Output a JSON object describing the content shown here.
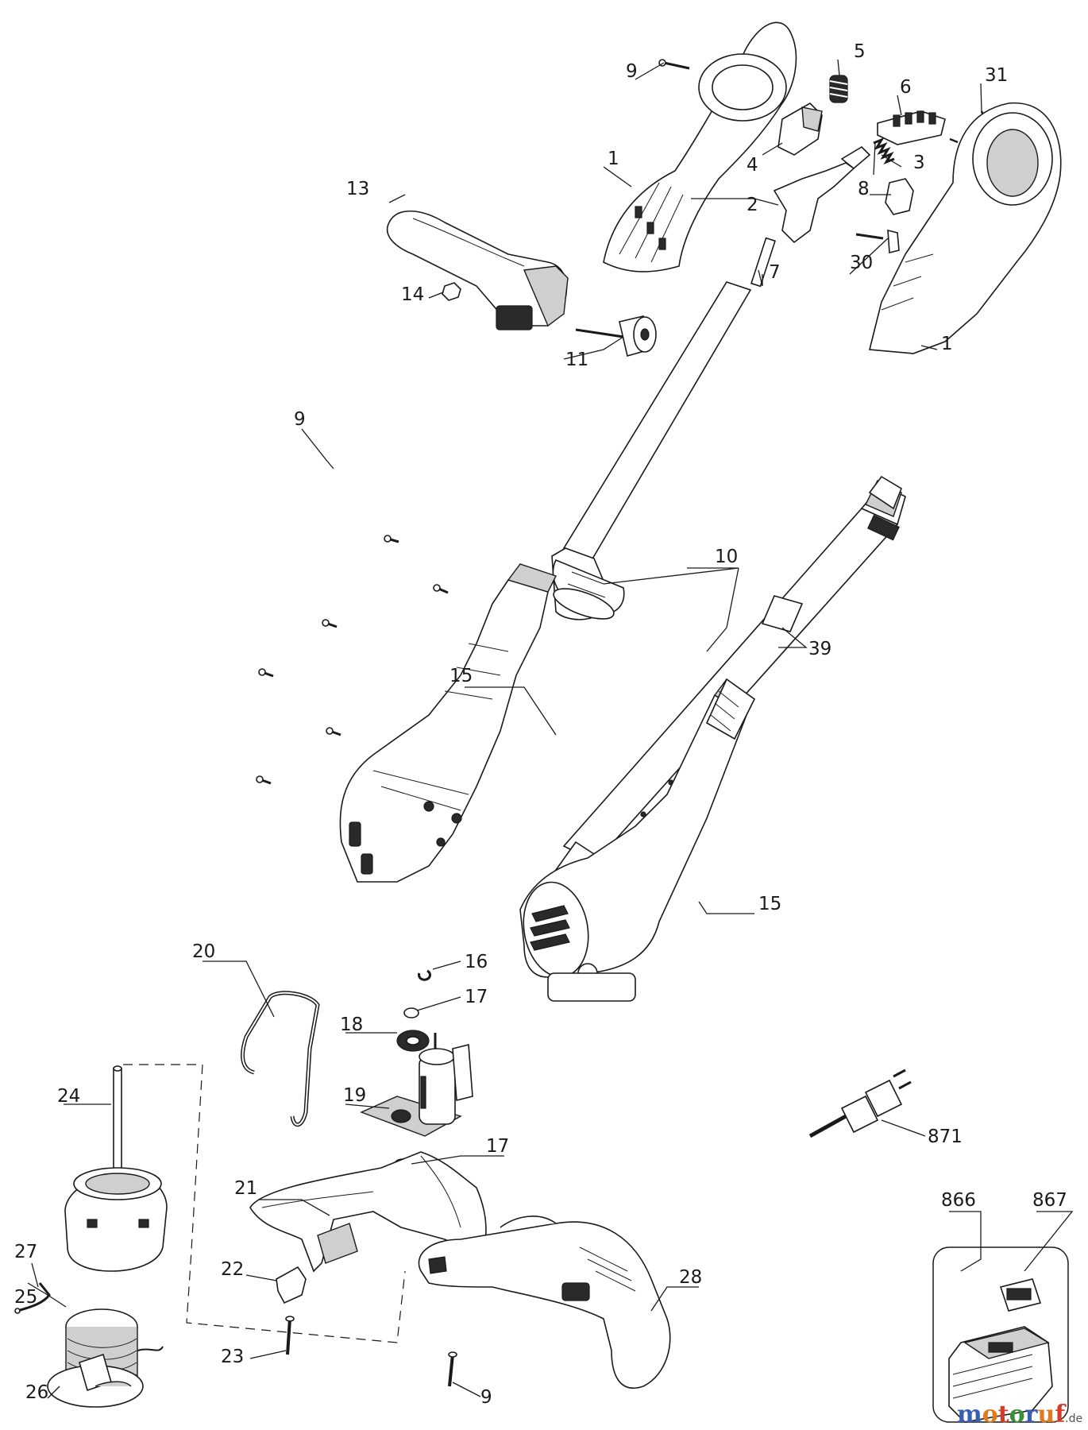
{
  "callouts": [
    {
      "id": "c9a",
      "text": "9"
    },
    {
      "id": "c5",
      "text": "5"
    },
    {
      "id": "c31",
      "text": "31"
    },
    {
      "id": "c6",
      "text": "6"
    },
    {
      "id": "c1a",
      "text": "1"
    },
    {
      "id": "c4",
      "text": "4"
    },
    {
      "id": "c3",
      "text": "3"
    },
    {
      "id": "c13",
      "text": "13"
    },
    {
      "id": "c2",
      "text": "2"
    },
    {
      "id": "c8",
      "text": "8"
    },
    {
      "id": "c30",
      "text": "30"
    },
    {
      "id": "c7",
      "text": "7"
    },
    {
      "id": "c14",
      "text": "14"
    },
    {
      "id": "c1b",
      "text": "1"
    },
    {
      "id": "c11",
      "text": "11"
    },
    {
      "id": "c10",
      "text": "10"
    },
    {
      "id": "c15a",
      "text": "15"
    },
    {
      "id": "c39",
      "text": "39"
    },
    {
      "id": "c9b",
      "text": "9"
    },
    {
      "id": "c15b",
      "text": "15"
    },
    {
      "id": "c20",
      "text": "20"
    },
    {
      "id": "c16",
      "text": "16"
    },
    {
      "id": "c17a",
      "text": "17"
    },
    {
      "id": "c18",
      "text": "18"
    },
    {
      "id": "c19",
      "text": "19"
    },
    {
      "id": "c24",
      "text": "24"
    },
    {
      "id": "c871",
      "text": "871"
    },
    {
      "id": "c17b",
      "text": "17"
    },
    {
      "id": "c27",
      "text": "27"
    },
    {
      "id": "c21",
      "text": "21"
    },
    {
      "id": "c866",
      "text": "866"
    },
    {
      "id": "c867",
      "text": "867"
    },
    {
      "id": "c28",
      "text": "28"
    },
    {
      "id": "c22",
      "text": "22"
    },
    {
      "id": "c25",
      "text": "25"
    },
    {
      "id": "c23",
      "text": "23"
    },
    {
      "id": "c26",
      "text": "26"
    },
    {
      "id": "c9c",
      "text": "9"
    }
  ],
  "watermark": {
    "letters": [
      "m",
      "o",
      "t",
      "o",
      "r",
      "u",
      "f"
    ],
    "colors": [
      "#3a5fb0",
      "#e07a1f",
      "#d23c2a",
      "#3a8f3a",
      "#3a5fb0",
      "#e07a1f",
      "#d23c2a"
    ],
    "suffix": ".de"
  }
}
